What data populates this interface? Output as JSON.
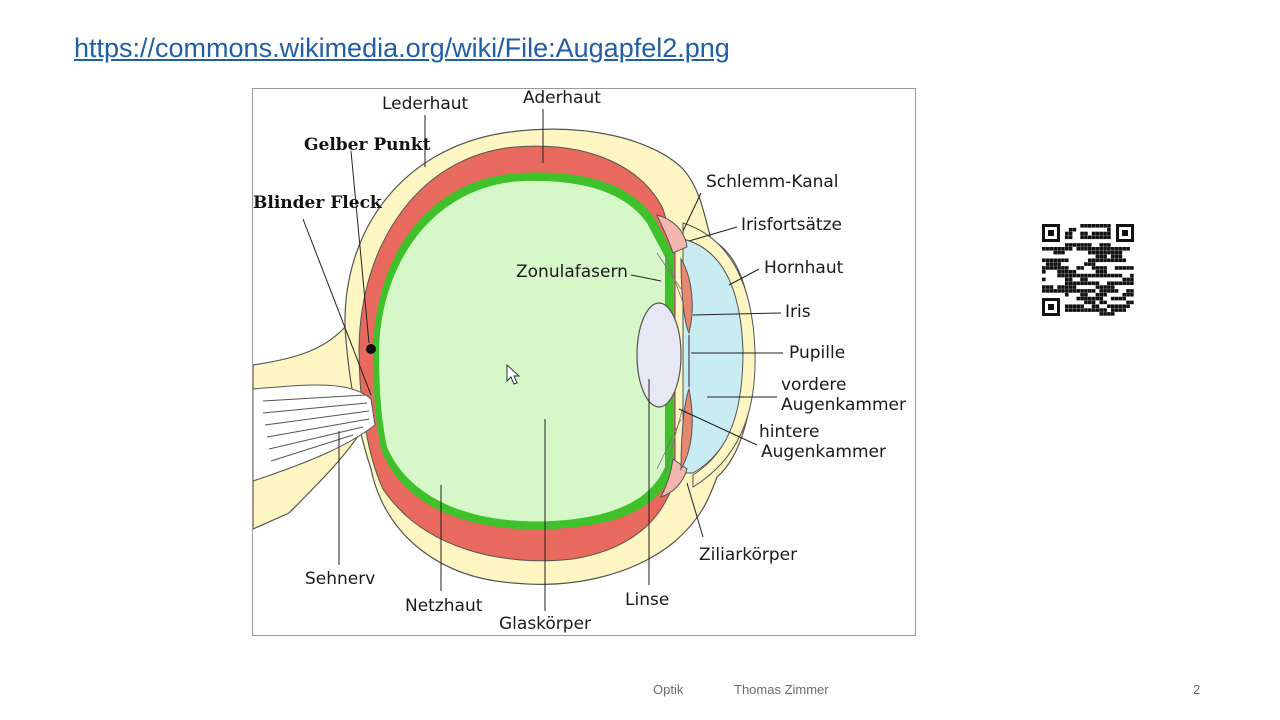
{
  "slide": {
    "source_link": "https://commons.wikimedia.org/wiki/File:Augapfel2.png",
    "footer_left": "Optik",
    "footer_center": "Thomas Zimmer",
    "page_number": "2"
  },
  "diagram": {
    "labels": {
      "lederhaut": "Lederhaut",
      "aderhaut": "Aderhaut",
      "gelber_punkt": "Gelber Punkt",
      "blinder_fleck": "Blinder Fleck",
      "schlemm_kanal": "Schlemm-Kanal",
      "irisfortsaetze": "Irisfortsätze",
      "zonulafasern": "Zonulafasern",
      "hornhaut": "Hornhaut",
      "iris": "Iris",
      "pupille": "Pupille",
      "vordere_1": "vordere",
      "vordere_2": "Augenkammer",
      "hintere_1": "hintere",
      "hintere_2": "Augenkammer",
      "ziliarkoerper": "Ziliarkörper",
      "sehnerv": "Sehnerv",
      "netzhaut": "Netzhaut",
      "glaskoerper": "Glaskörper",
      "linse": "Linse"
    },
    "colors": {
      "sclera": "#fdf6c2",
      "choroid": "#e8695e",
      "retina": "#3ec12b",
      "vitreous": "#d6f7c8",
      "anterior_chamber": "#c8ecf1",
      "lens": "#e8e8f4",
      "iris": "#e58870",
      "link": "#1f5ea8"
    }
  }
}
